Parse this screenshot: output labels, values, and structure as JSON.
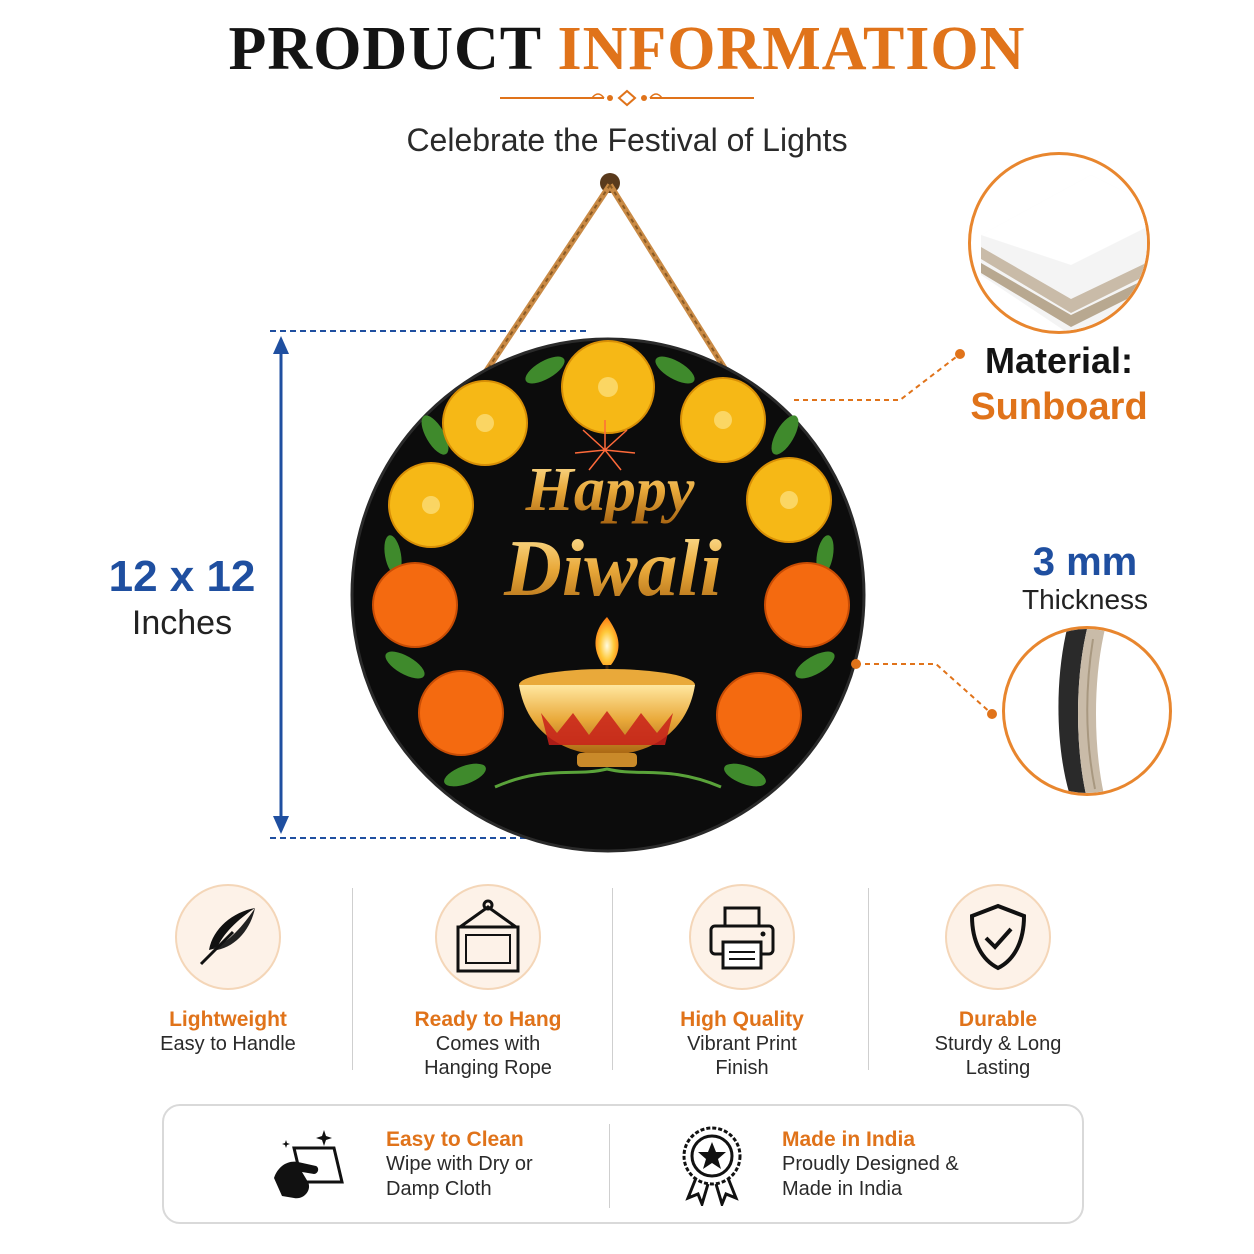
{
  "header": {
    "title_part1": "PRODUCT",
    "title_part2": "INFORMATION",
    "subtitle": "Celebrate the Festival of Lights"
  },
  "sign": {
    "line1": "Happy",
    "line2": "Diwali"
  },
  "size": {
    "value": "12 x 12",
    "unit": "Inches"
  },
  "material": {
    "label": "Material:",
    "value": "Sunboard"
  },
  "thickness": {
    "value": "3 mm",
    "label": "Thickness"
  },
  "features": [
    {
      "title": "Lightweight",
      "desc1": "Easy to Handle",
      "desc2": "",
      "icon": "feather-icon"
    },
    {
      "title": "Ready to Hang",
      "desc1": "Comes with",
      "desc2": "Hanging Rope",
      "icon": "hanging-frame-icon"
    },
    {
      "title": "High Quality",
      "desc1": "Vibrant Print",
      "desc2": "Finish",
      "icon": "printer-icon"
    },
    {
      "title": "Durable",
      "desc1": "Sturdy & Long",
      "desc2": "Lasting",
      "icon": "shield-check-icon"
    }
  ],
  "bottom": [
    {
      "title": "Easy to Clean",
      "desc1": "Wipe with Dry or",
      "desc2": "Damp Cloth",
      "icon": "cleaning-hand-icon"
    },
    {
      "title": "Made in India",
      "desc1": "Proudly Designed &",
      "desc2": "Made in India",
      "icon": "star-badge-icon"
    }
  ],
  "colors": {
    "accent": "#e0731a",
    "blue": "#1f4fa0",
    "dark": "#141414"
  }
}
